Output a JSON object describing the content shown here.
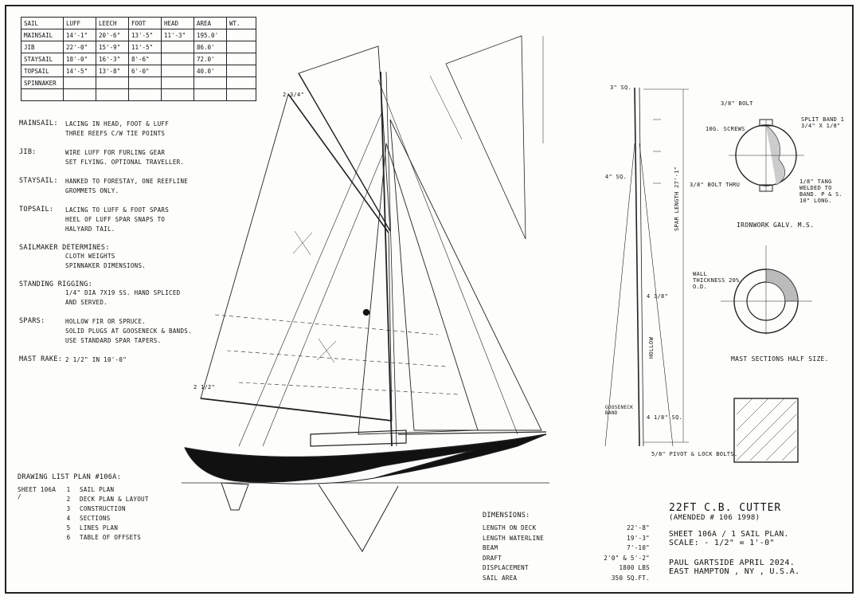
{
  "sail_table": {
    "headers": [
      "Sail",
      "Luff",
      "Leech",
      "Foot",
      "Head",
      "Area",
      "Wt."
    ],
    "rows": [
      [
        "Mainsail",
        "14'-1\"",
        "20'-6\"",
        "13'-5\"",
        "11'-3\"",
        "195.0'",
        ""
      ],
      [
        "Jib",
        "22'-0\"",
        "15'-9\"",
        "11'-5\"",
        "",
        "86.0'",
        ""
      ],
      [
        "Staysail",
        "18'-0\"",
        "16'-3\"",
        "8'-6\"",
        "",
        "72.0'",
        ""
      ],
      [
        "Topsail",
        "14'-5\"",
        "13'-8\"",
        "6'-0\"",
        "",
        "40.0'",
        ""
      ],
      [
        "Spinnaker",
        "",
        "",
        "",
        "",
        "",
        ""
      ],
      [
        "",
        "",
        "",
        "",
        "",
        "",
        ""
      ]
    ]
  },
  "notes": [
    {
      "label": "Mainsail:",
      "text": [
        "Lacing in head, foot & luff",
        "three reefs c/w tie points"
      ]
    },
    {
      "label": "Jib:",
      "text": [
        "Wire luff for furling gear",
        "set flying. Optional traveller."
      ]
    },
    {
      "label": "Staysail:",
      "text": [
        "Hanked to forestay, one reefline",
        "grommets only."
      ]
    },
    {
      "label": "Topsail:",
      "text": [
        "Lacing to luff & foot spars",
        "heel of luff spar snaps to",
        "halyard tail."
      ]
    },
    {
      "label": "Sailmaker determines:",
      "text": [
        "Cloth weights",
        "Spinnaker dimensions."
      ]
    },
    {
      "label": "Standing rigging:",
      "text": [
        "1/4\" dia 7x19 SS. Hand spliced",
        "and served."
      ]
    },
    {
      "label": "Spars:",
      "text": [
        "Hollow fir or spruce.",
        "Solid plugs at gooseneck & bands.",
        "Use standard spar tapers."
      ]
    },
    {
      "label": "Mast rake:",
      "text": [
        "2 1/2\" in 10'-0\""
      ]
    }
  ],
  "drawing_list": {
    "title": "Drawing list plan #106A:",
    "sheet_label": "Sheet 106A /",
    "items": [
      {
        "no": "1",
        "name": "Sail plan"
      },
      {
        "no": "2",
        "name": "Deck plan & layout"
      },
      {
        "no": "3",
        "name": "Construction"
      },
      {
        "no": "4",
        "name": "Sections"
      },
      {
        "no": "5",
        "name": "Lines plan"
      },
      {
        "no": "6",
        "name": "Table of offsets"
      }
    ]
  },
  "dimensions": {
    "title": "Dimensions:",
    "rows": [
      {
        "label": "Length on deck",
        "value": "22'-8\""
      },
      {
        "label": "Length waterline",
        "value": "19'-3\""
      },
      {
        "label": "Beam",
        "value": "7'-10\""
      },
      {
        "label": "Draft",
        "value": "2'0\" & 5'-2\""
      },
      {
        "label": "Displacement",
        "value": "1800 lbs"
      },
      {
        "label": "Sail area",
        "value": "350 sq.ft."
      }
    ]
  },
  "title_block": {
    "title": "22ft C.B. Cutter",
    "amended": "(Amended # 106 1998)",
    "sheet": "Sheet 106A / 1   Sail Plan.",
    "scale": "Scale: - 1/2\" = 1'-0\"",
    "designer": "Paul Gartside   April 2024.",
    "location": "East Hampton , NY , U.S.A."
  },
  "mast_labels": {
    "band_bolt": "3/8\" bolt",
    "sheaves": "10g. screws",
    "split_band": "Split band 1 3/4\" x 1/8\"",
    "bolt_thru": "3/8\" bolt thru",
    "tang": "1/8\" tang welded to band. P & S. 10\" long.",
    "ironwork": "Ironwork Galv. M.S.",
    "wall_thickness": "Wall thickness 20% O.D.",
    "mast_sections": "Mast sections half size.",
    "spar_length": "Spar length 27'-1\"",
    "hollow": "Hollow",
    "pivot": "5/8\" pivot & lock bolts.",
    "gooseneck": "Gooseneck band"
  },
  "dims_small": {
    "d1": "4 3/8\"",
    "d2": "4 1/8\" sq.",
    "d3": "4\" sq.",
    "d4": "3\" sq.",
    "d5": "2 3/4\"",
    "d6": "2 1/2\""
  }
}
